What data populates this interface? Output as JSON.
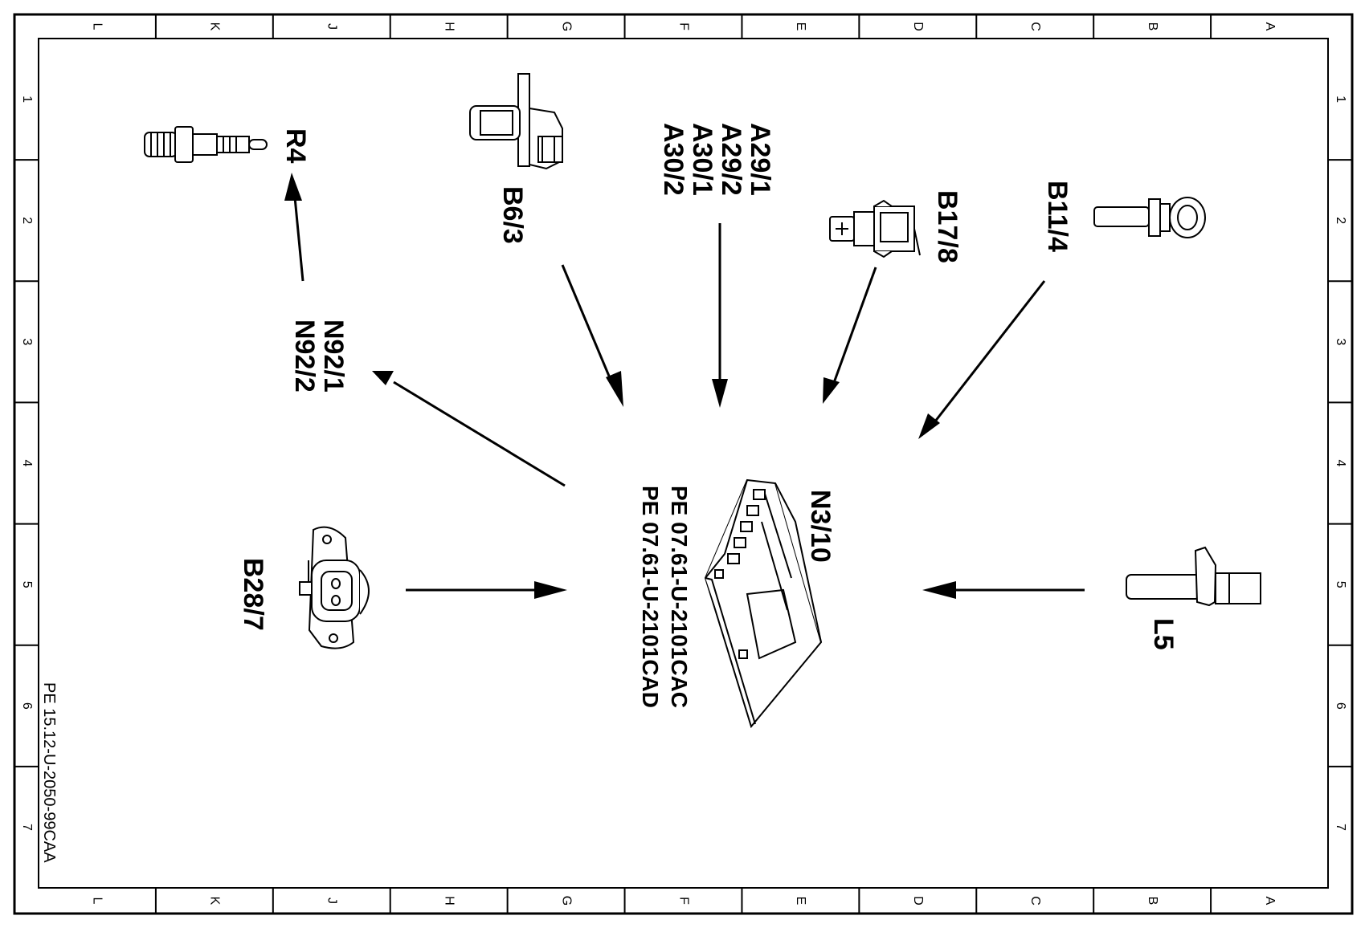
{
  "frame": {
    "columns": [
      "L",
      "K",
      "J",
      "H",
      "G",
      "F",
      "E",
      "D",
      "C",
      "B",
      "A"
    ],
    "rows": [
      "1",
      "2",
      "3",
      "4",
      "5",
      "6",
      "7"
    ]
  },
  "labels": {
    "r4": "R4",
    "b6_3": "B6/3",
    "a_group": [
      "A29/1",
      "A29/2",
      "A30/1",
      "A30/2"
    ],
    "b17_8": "B17/8",
    "b11_4": "B11/4",
    "n92": [
      "N92/1",
      "N92/2"
    ],
    "n3_10": "N3/10",
    "b28_7": "B28/7",
    "l5": "L5",
    "pe_refs": [
      "PE 07.61-U-2101CAC",
      "PE 07.61-U-2101CAD"
    ],
    "doc_code": "PE 15.12-U-2050-99CAA"
  }
}
